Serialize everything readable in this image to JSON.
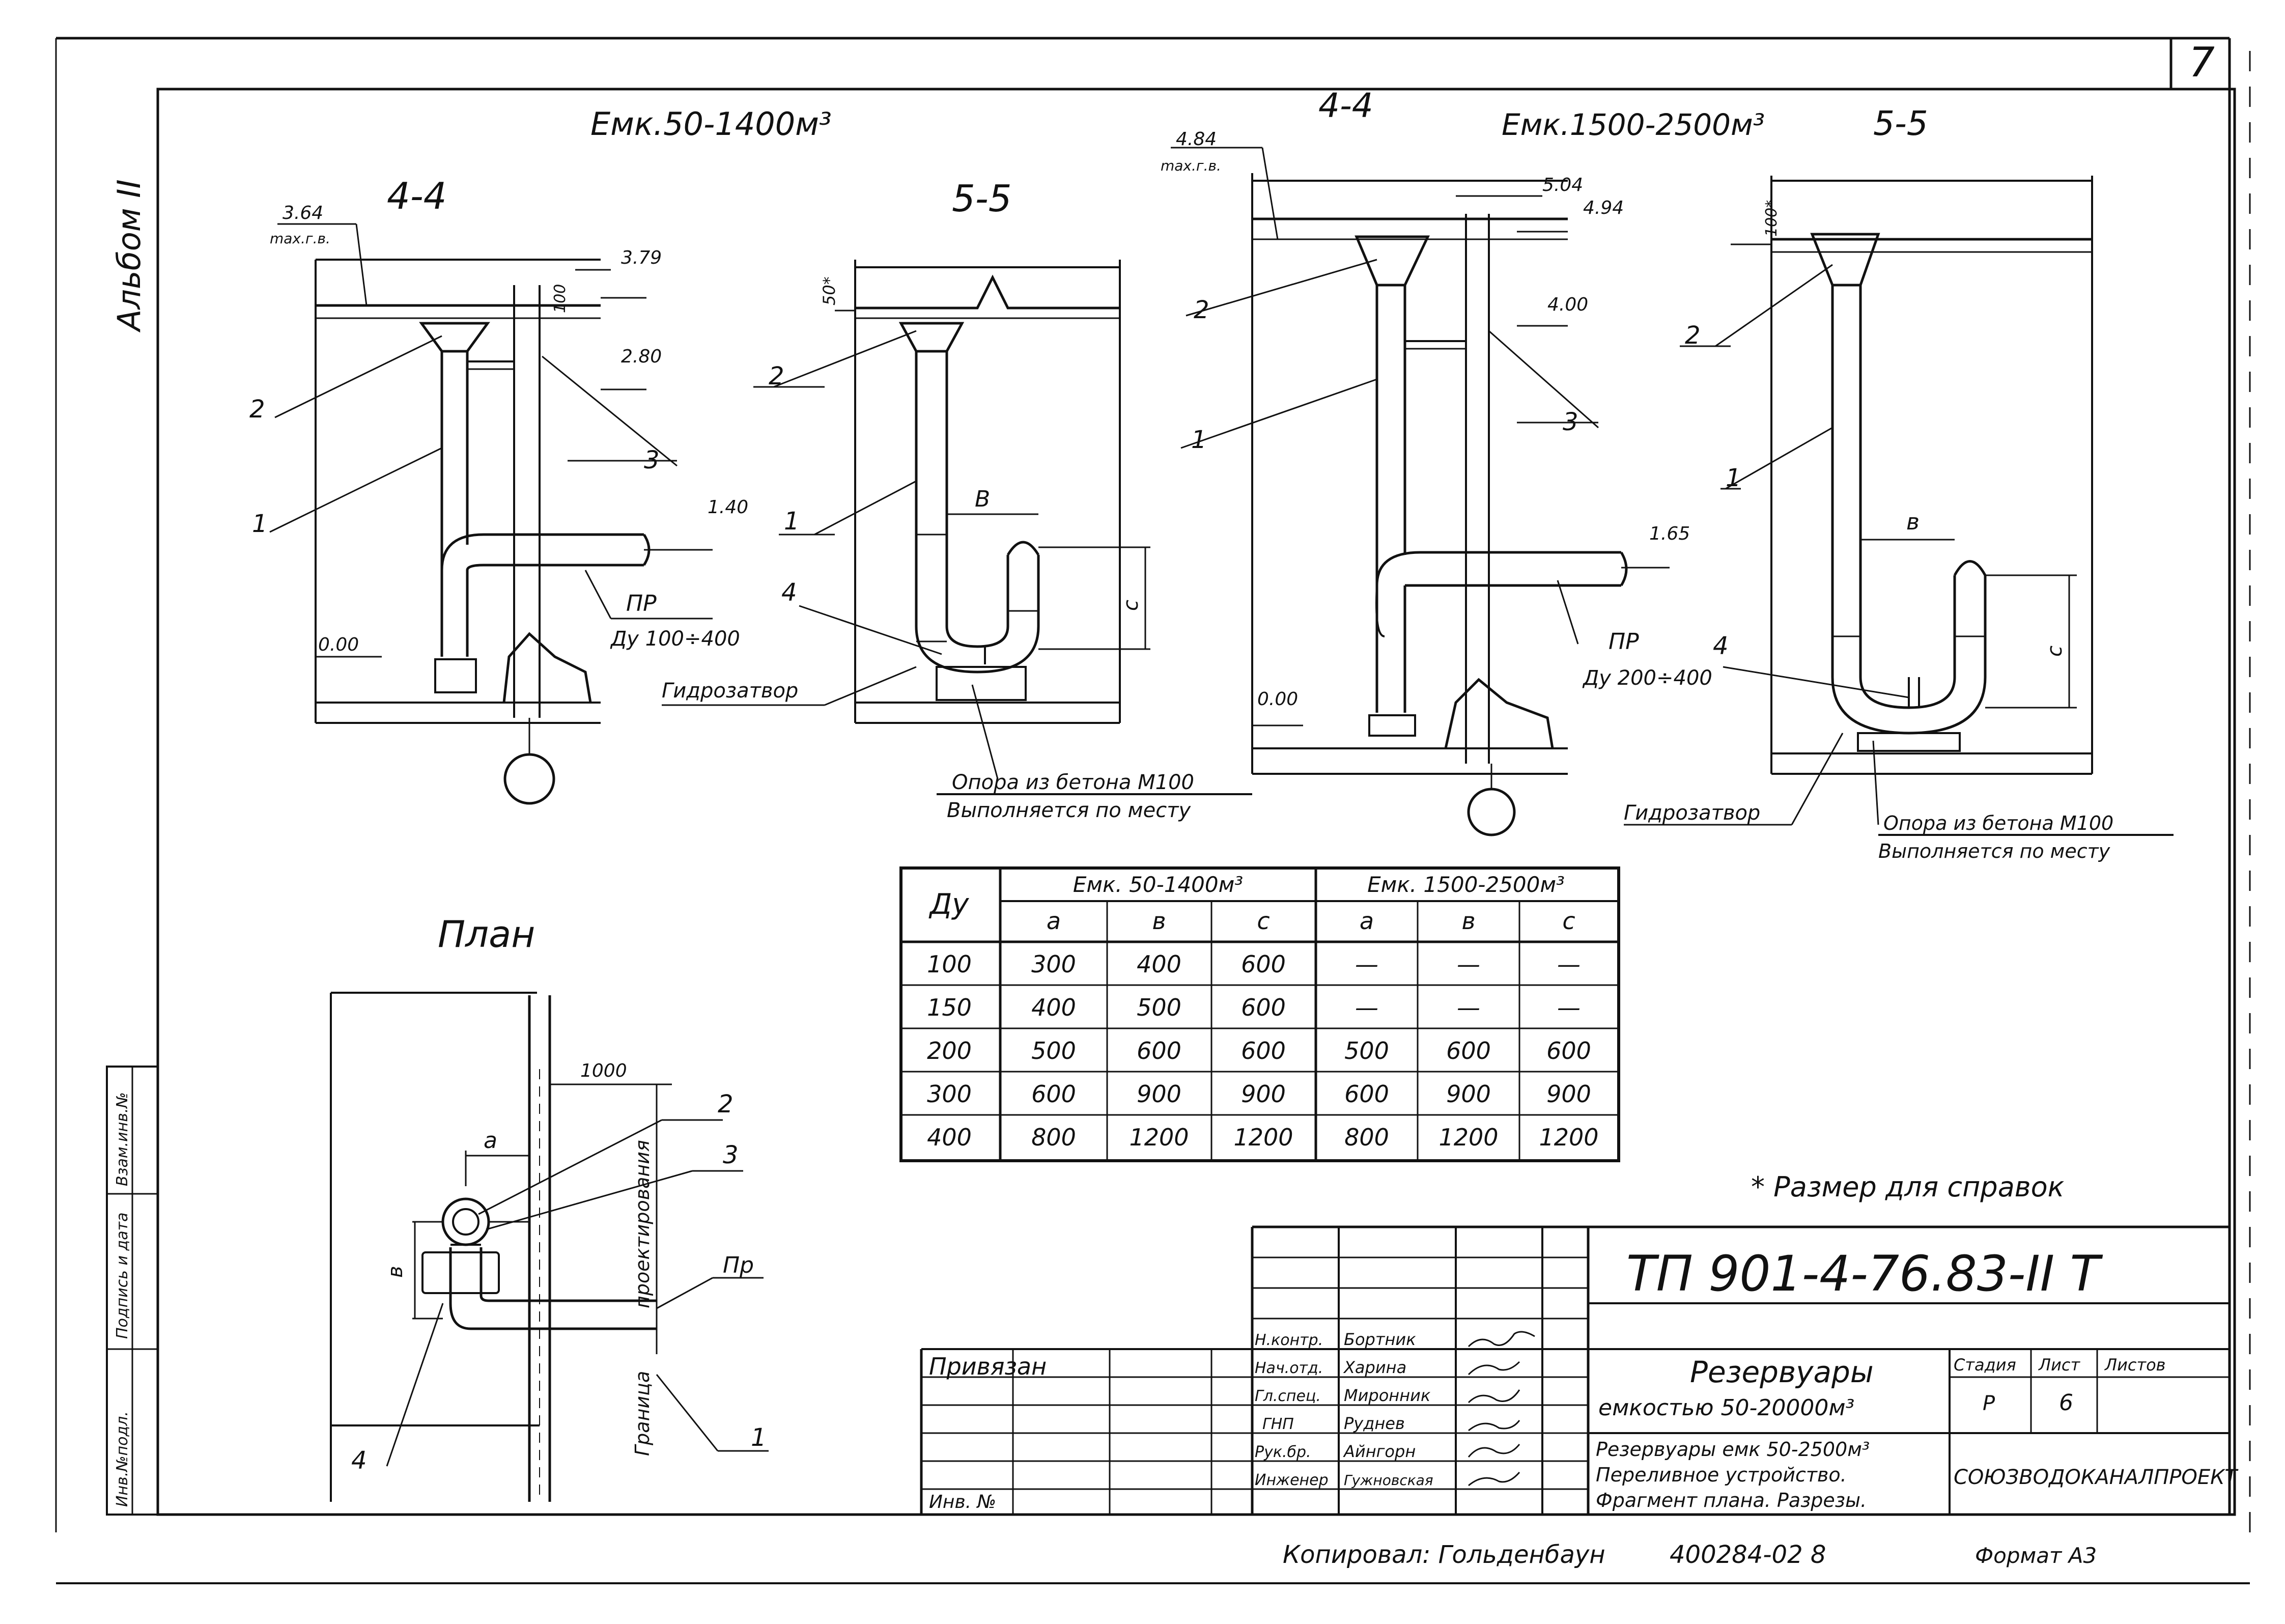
{
  "sheet": {
    "page_number": "7",
    "album": "Альбом II",
    "copied_by": "Копировал: Гольденбаун",
    "inventory_code": "400284-02 8",
    "format": "Формат А3",
    "reference_note": "* Размер для справок"
  },
  "groups": {
    "small": "Емк.50-1400м³",
    "large": "Емк.1500-2500м³"
  },
  "views": {
    "s44": {
      "title": "4-4",
      "elev_top": "3.64",
      "elev_top_sub": "max.г.в.",
      "elev_100": "100",
      "elev_379": "3.79",
      "elev_280": "2.80",
      "elev_140": "1.40",
      "elev_000": "0.00",
      "pr": "ПР",
      "dy": "Ду 100÷400",
      "n1": "1",
      "n2": "2",
      "n3": "3"
    },
    "s55": {
      "title": "5-5",
      "elev_50": "50*",
      "b": "В",
      "c": "с",
      "n1": "1",
      "n2": "2",
      "n4": "4",
      "seal": "Гидрозатвор",
      "support1": "Опора из бетона М100",
      "support2": "Выполняется по месту"
    },
    "l44": {
      "title": "4-4",
      "elev_484": "4.84",
      "elev_484_sub": "max.г.в.",
      "elev_504": "5.04",
      "elev_494": "4.94",
      "elev_400": "4.00",
      "elev_165": "1.65",
      "elev_000": "0.00",
      "pr": "ПР",
      "dy": "Ду 200÷400",
      "n1": "1",
      "n2": "2",
      "n3": "3"
    },
    "l55": {
      "title": "5-5",
      "elev_100": "100*",
      "b": "в",
      "c": "с",
      "n1": "1",
      "n2": "2",
      "n4": "4",
      "seal": "Гидрозатвор",
      "support1": "Опора из бетона М100",
      "support2": "Выполняется по месту"
    },
    "plan": {
      "title": "План",
      "dim_1000": "1000",
      "a": "а",
      "b": "в",
      "border": "Граница",
      "design": "проектирования",
      "n1": "1",
      "n2": "2",
      "n3": "3",
      "n4": "4",
      "pr": "Пр"
    }
  },
  "table": {
    "dy_header": "Ду",
    "group1": "Емк. 50-1400м³",
    "group2": "Емк. 1500-2500м³",
    "sub": [
      "а",
      "в",
      "с",
      "а",
      "в",
      "с"
    ],
    "rows": [
      [
        "100",
        "300",
        "400",
        "600",
        "—",
        "—",
        "—"
      ],
      [
        "150",
        "400",
        "500",
        "600",
        "—",
        "—",
        "—"
      ],
      [
        "200",
        "500",
        "600",
        "600",
        "500",
        "600",
        "600"
      ],
      [
        "300",
        "600",
        "900",
        "900",
        "600",
        "900",
        "900"
      ],
      [
        "400",
        "800",
        "1200",
        "1200",
        "800",
        "1200",
        "1200"
      ]
    ]
  },
  "title_block": {
    "code": "ТП 901-4-76.83-II Т",
    "bound": "Привязан",
    "inv": "Инв. №",
    "roles": [
      "Н.контр.",
      "Нач.отд.",
      "Гл.спец.",
      "ГНП",
      "Рук.бр.",
      "Инженер"
    ],
    "names": [
      "Бортник",
      "Харина",
      "Миронник",
      "Руднев",
      "Айнгорн",
      "Гужновская"
    ],
    "title1": "Резервуары",
    "title2": "емкостью 50-20000м³",
    "desc1": "Резервуары емк 50-2500м³",
    "desc2": "Переливное устройство.",
    "desc3": "Фрагмент плана. Разрезы.",
    "stage_label": "Стадия",
    "sheet_label": "Лист",
    "sheets_label": "Листов",
    "stage": "Р",
    "sheet": "6",
    "org": "СОЮЗВОДОКАНАЛПРОЕКТ"
  },
  "side_stamp": {
    "c1": "Инв.№подл.",
    "c2": "Подпись и дата",
    "c3": "Взам.инв.№"
  }
}
